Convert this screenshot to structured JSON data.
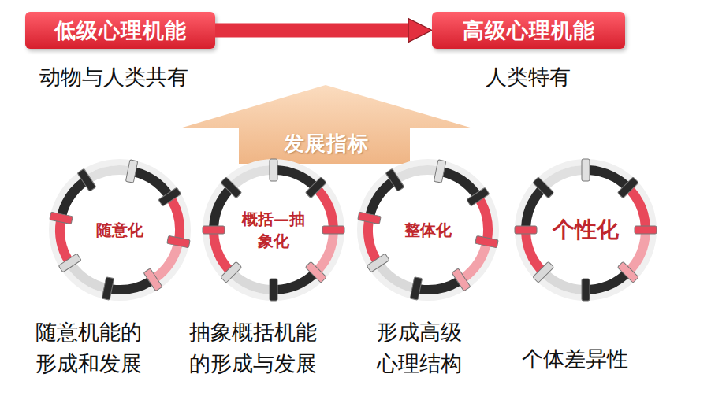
{
  "diagram": {
    "nodes": [
      {
        "text": [
          "低级心理机能"
        ]
      },
      {
        "text": [
          "高级心理机能"
        ]
      },
      {
        "text": [
          "发展指标"
        ]
      },
      {
        "text": [
          "随意化"
        ]
      },
      {
        "text": [
          "概括—抽 象化"
        ]
      },
      {
        "text": [
          "整体化"
        ]
      },
      {
        "text": [
          "个性化"
        ]
      }
    ],
    "edges": [
      {
        "from": 0,
        "to": 1,
        "arrow": "to"
      }
    ],
    "labels": [
      "动物与人类共有",
      "人类特有",
      "随意机能的 形成和发展",
      "抽象概括机能 的形成与发展",
      "形成高级 心理结构",
      "个体差异性"
    ]
  }
}
